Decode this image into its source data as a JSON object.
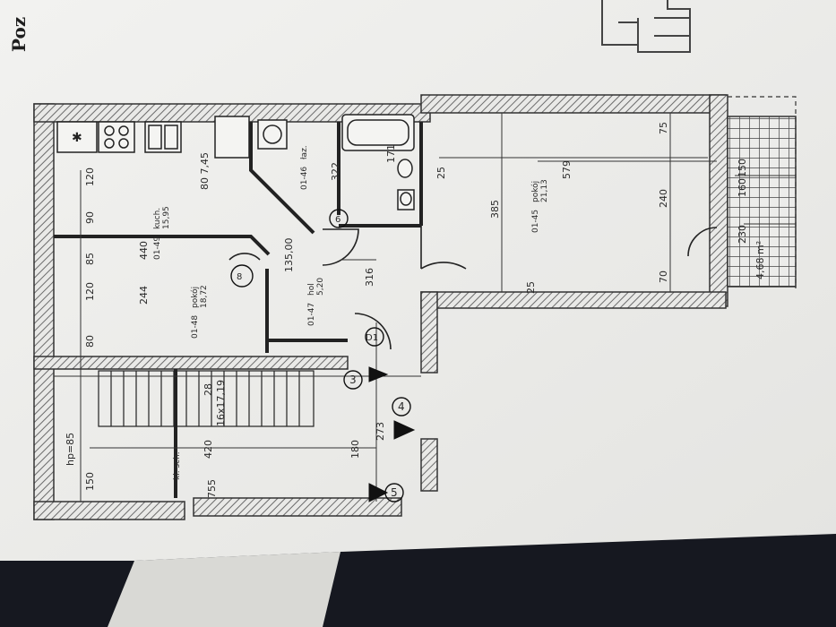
{
  "header": {
    "text": "Poz"
  },
  "rooms": {
    "kitchen_label": "kuch.",
    "kitchen_code": "01-49",
    "kitchen_area": "15,95",
    "room1_label": "pokój",
    "room1_code": "01-48",
    "room1_area": "18,72",
    "hall_label": "hol",
    "hall_code": "01-47",
    "hall_area": "5,20",
    "bath_label": "łaz.",
    "bath_code": "01-46",
    "room2_label": "pokój",
    "room2_code": "01-45",
    "room2_area": "21,13",
    "stair_label": "kl. sch."
  },
  "dimensions": {
    "d_120a": "120",
    "d_90": "90",
    "d_85": "85",
    "d_120b": "120",
    "d_80": "80",
    "d_244": "244",
    "d_440": "440",
    "d_135": "135,00",
    "d_316": "316",
    "d_322": "322",
    "d_171": "171",
    "d_385": "385",
    "d_579": "579",
    "d_240": "240",
    "d_70a": "70",
    "d_75": "75",
    "d_25a": "25",
    "d_150": "150",
    "d_160": "160",
    "d_230": "230",
    "d_420": "420",
    "d_180": "180",
    "d_273": "273",
    "d_755": "755",
    "d_28": "28",
    "d_stairs": "16x17,19",
    "d_hp": "hp=85",
    "d_80b": "80 7,45",
    "d_66": "4,68 m²",
    "d_150b": "150",
    "d_25b": "25"
  },
  "markers": {
    "m3": "3",
    "m4": "4",
    "m5": "5",
    "m_d1": "D1",
    "m_8": "8",
    "m_6": "6"
  }
}
